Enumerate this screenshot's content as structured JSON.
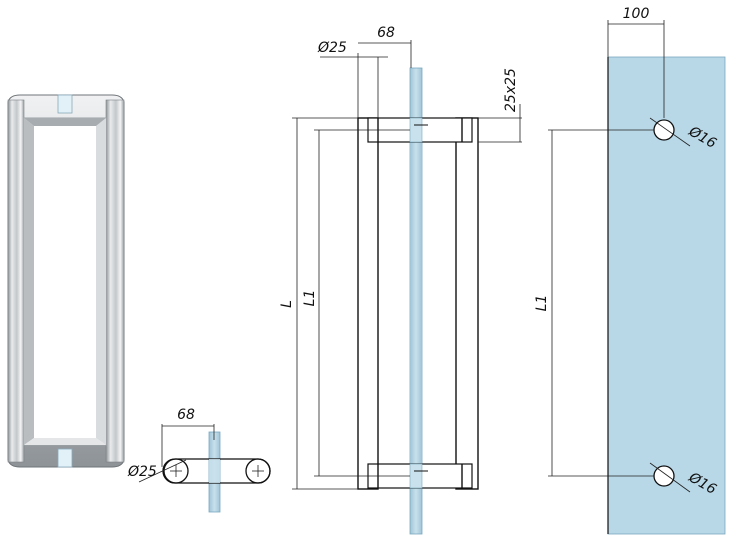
{
  "labels": {
    "plan_width": "68",
    "plan_diameter": "Ø25",
    "front_diameter": "Ø25",
    "front_width": "68",
    "standoff_section": "25x25",
    "length_L": "L",
    "length_L1": "L1",
    "glass_L1": "L1",
    "hole_offset": "100",
    "hole_top": "Ø16",
    "hole_bottom": "Ø16"
  },
  "colors": {
    "glass": "#b8d8e8",
    "glass_edge": "#7aa8c0",
    "steel_light": "#e6e8ea",
    "steel_dark": "#8e9397",
    "line": "#111111"
  },
  "icons": {
    "product_photo": "stainless-steel-h-door-handle"
  }
}
